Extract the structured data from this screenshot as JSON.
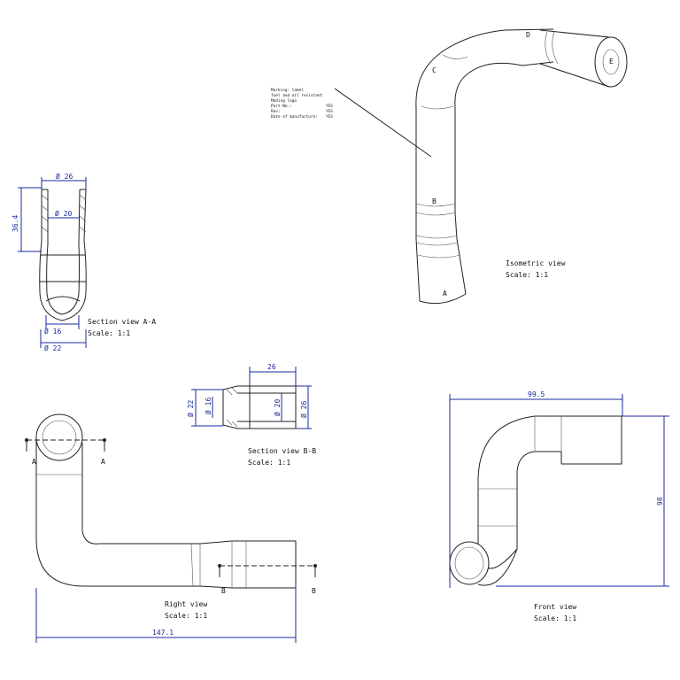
{
  "views": {
    "section_aa": {
      "title": "Section view A-A",
      "scale": "Scale:  1:1",
      "dims": {
        "outer_top": "Ø 26",
        "inner_top": "Ø 20",
        "height": "36.4",
        "inner_bottom": "Ø 16",
        "outer_bottom": "Ø 22"
      }
    },
    "section_bb": {
      "title": "Section view B-B",
      "scale": "Scale:  1:1",
      "dims": {
        "length": "26",
        "d1": "Ø 22",
        "d2": "Ø 16",
        "d3": "Ø 20",
        "d4": "Ø 26"
      }
    },
    "isometric": {
      "title": "Isometric view",
      "scale": "Scale:  1:1",
      "points": [
        "A",
        "B",
        "C",
        "D",
        "E"
      ]
    },
    "right": {
      "title": "Right view",
      "scale": "Scale:  1:1",
      "width": "147.1",
      "markers": {
        "a_left": "A",
        "a_right": "A",
        "b_left": "B",
        "b_right": "B"
      }
    },
    "front": {
      "title": "Front view",
      "scale": "Scale:  1:1",
      "width": "99.5",
      "height": "98"
    }
  },
  "marking_note": {
    "rows": [
      {
        "label": "Marking: label",
        "value": ""
      },
      {
        "label": "fuel and oil resistant",
        "value": ""
      },
      {
        "label": "Moding logo",
        "value": ""
      },
      {
        "label": "Part-No.:",
        "value": "YES"
      },
      {
        "label": "Rev:",
        "value": "YES"
      },
      {
        "label": "Date of manufacture:",
        "value": "YES"
      }
    ]
  },
  "colors": {
    "dimension": "#1a2a9c",
    "line": "#222222"
  }
}
